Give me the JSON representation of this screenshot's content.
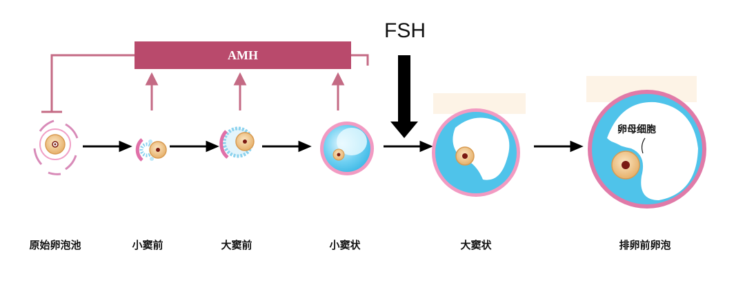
{
  "hormones": {
    "fsh": "FSH",
    "amh": "AMH"
  },
  "stages": [
    {
      "label": "原始卵泡池"
    },
    {
      "label": "小窦前"
    },
    {
      "label": "大窦前"
    },
    {
      "label": "小窦状"
    },
    {
      "label": "大窦状"
    },
    {
      "label": "排卵前卵泡"
    }
  ],
  "oocyte_label": "卵母细胞",
  "colors": {
    "amh_bar": "#b94a6c",
    "amh_line": "#c46a84",
    "follicle_rim": "#e07aa8",
    "antrum": "#4fc3ea",
    "oocyte": "#f2c98a",
    "nucleus": "#7a1a12"
  }
}
